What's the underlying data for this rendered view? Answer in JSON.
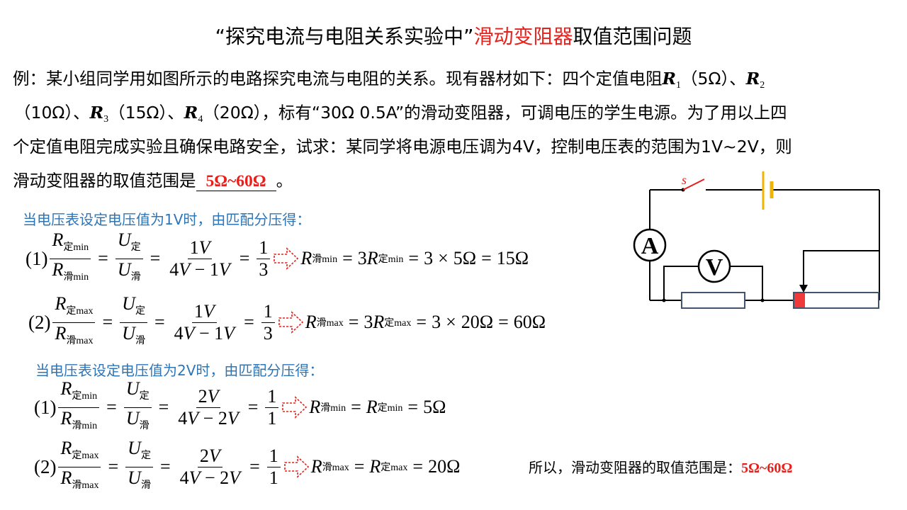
{
  "title": {
    "part1": "“探究电流与电阻关系实验中”",
    "part2": "滑动变阻器",
    "part3": "取值范围问题"
  },
  "problem": {
    "line1a": "例：某小组同学用如图所示的电路探究电流与电阻的关系。现有器材如下：四个定值电阻",
    "r1": "R",
    "r1sub": "1",
    "line1b": "（5Ω）、",
    "r2": "R",
    "r2sub": "2",
    "line2a": "（10Ω）、",
    "r3": "R",
    "r3sub": "3",
    "line2b": "（15Ω）、",
    "r4": "R",
    "r4sub": "4",
    "line2c": "（20Ω），标有“30Ω  0.5A”的滑动变阻器，可调电压的学生电源。为了用以上四",
    "line3": "个定值电阻完成实验且确保电路安全，试求：某同学将电源电压调为4V，控制电压表的范围为1V~2V，则",
    "line4a": "滑动变阻器的取值范围是",
    "answer": "5Ω~60Ω",
    "line4b": "。"
  },
  "case1": {
    "heading": "当电压表设定电压值为1V时，由匹配分压得："
  },
  "case2": {
    "heading": "当电压表设定电压值为2V时，由匹配分压得："
  },
  "sym": {
    "R": "R",
    "U": "U",
    "V": "V",
    "ding": "定",
    "hua": "滑",
    "dingmin": "定min",
    "dingmax": "定max",
    "huamin": "滑min",
    "huamax": "滑max",
    "eq": "=",
    "minus": "−",
    "times": "×",
    "one": "1",
    "three": "3",
    "four": "4",
    "two": "2",
    "n1": "1",
    "n2": "2",
    "p1": "(1)",
    "p2": "(2)",
    "three_r": "3",
    "three_x": "3",
    "ohm5": "5Ω",
    "ohm15": "15Ω",
    "ohm20": "20Ω",
    "ohm60": "60Ω"
  },
  "circuit": {
    "switch_label": "s",
    "ammeter_label": "A",
    "voltmeter_label": "V"
  },
  "conclusion": {
    "text": "所以，滑动变阻器的取值范围是：",
    "value": "5Ω~60Ω"
  },
  "colors": {
    "accent_red": "#e8201c",
    "heading_blue": "#2e75b6",
    "battery_yellow": "#f0b400",
    "resistor_border": "#41566e",
    "slider_red": "#f03a3a"
  }
}
